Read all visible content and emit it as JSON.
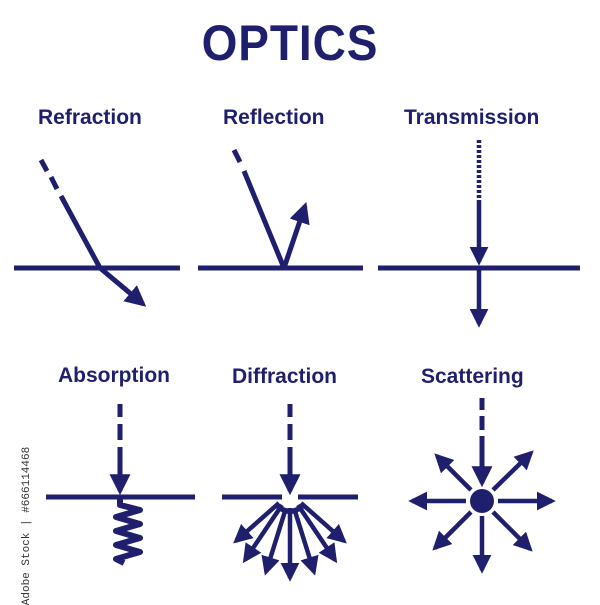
{
  "title": "OPTICS",
  "colors": {
    "ink": "#1f1f6e",
    "background": "#ffffff"
  },
  "panels": [
    {
      "id": "refraction",
      "label": "Refraction"
    },
    {
      "id": "reflection",
      "label": "Reflection"
    },
    {
      "id": "transmission",
      "label": "Transmission"
    },
    {
      "id": "absorption",
      "label": "Absorption"
    },
    {
      "id": "diffraction",
      "label": "Diffraction"
    },
    {
      "id": "scattering",
      "label": "Scattering"
    }
  ],
  "side_identifier": "Adobe Stock | #666114468"
}
